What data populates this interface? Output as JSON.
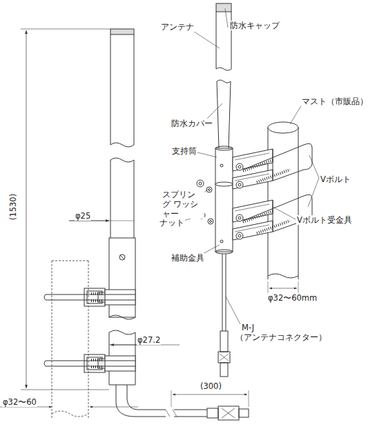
{
  "diagram": {
    "labels": [
      "(1530)",
      "φ25",
      "φ27.2",
      "φ32〜60",
      "(300)",
      "アンテナ",
      "防水キャップ",
      "防水カバー",
      "マスト（市販品）",
      "支持筒",
      "Vボルト",
      "スプリング ワッシャー",
      "ナット",
      "Vボルト受金具",
      "補助金具",
      "φ32〜60mm",
      "M-J",
      "（アンテナコネクター）"
    ]
  }
}
